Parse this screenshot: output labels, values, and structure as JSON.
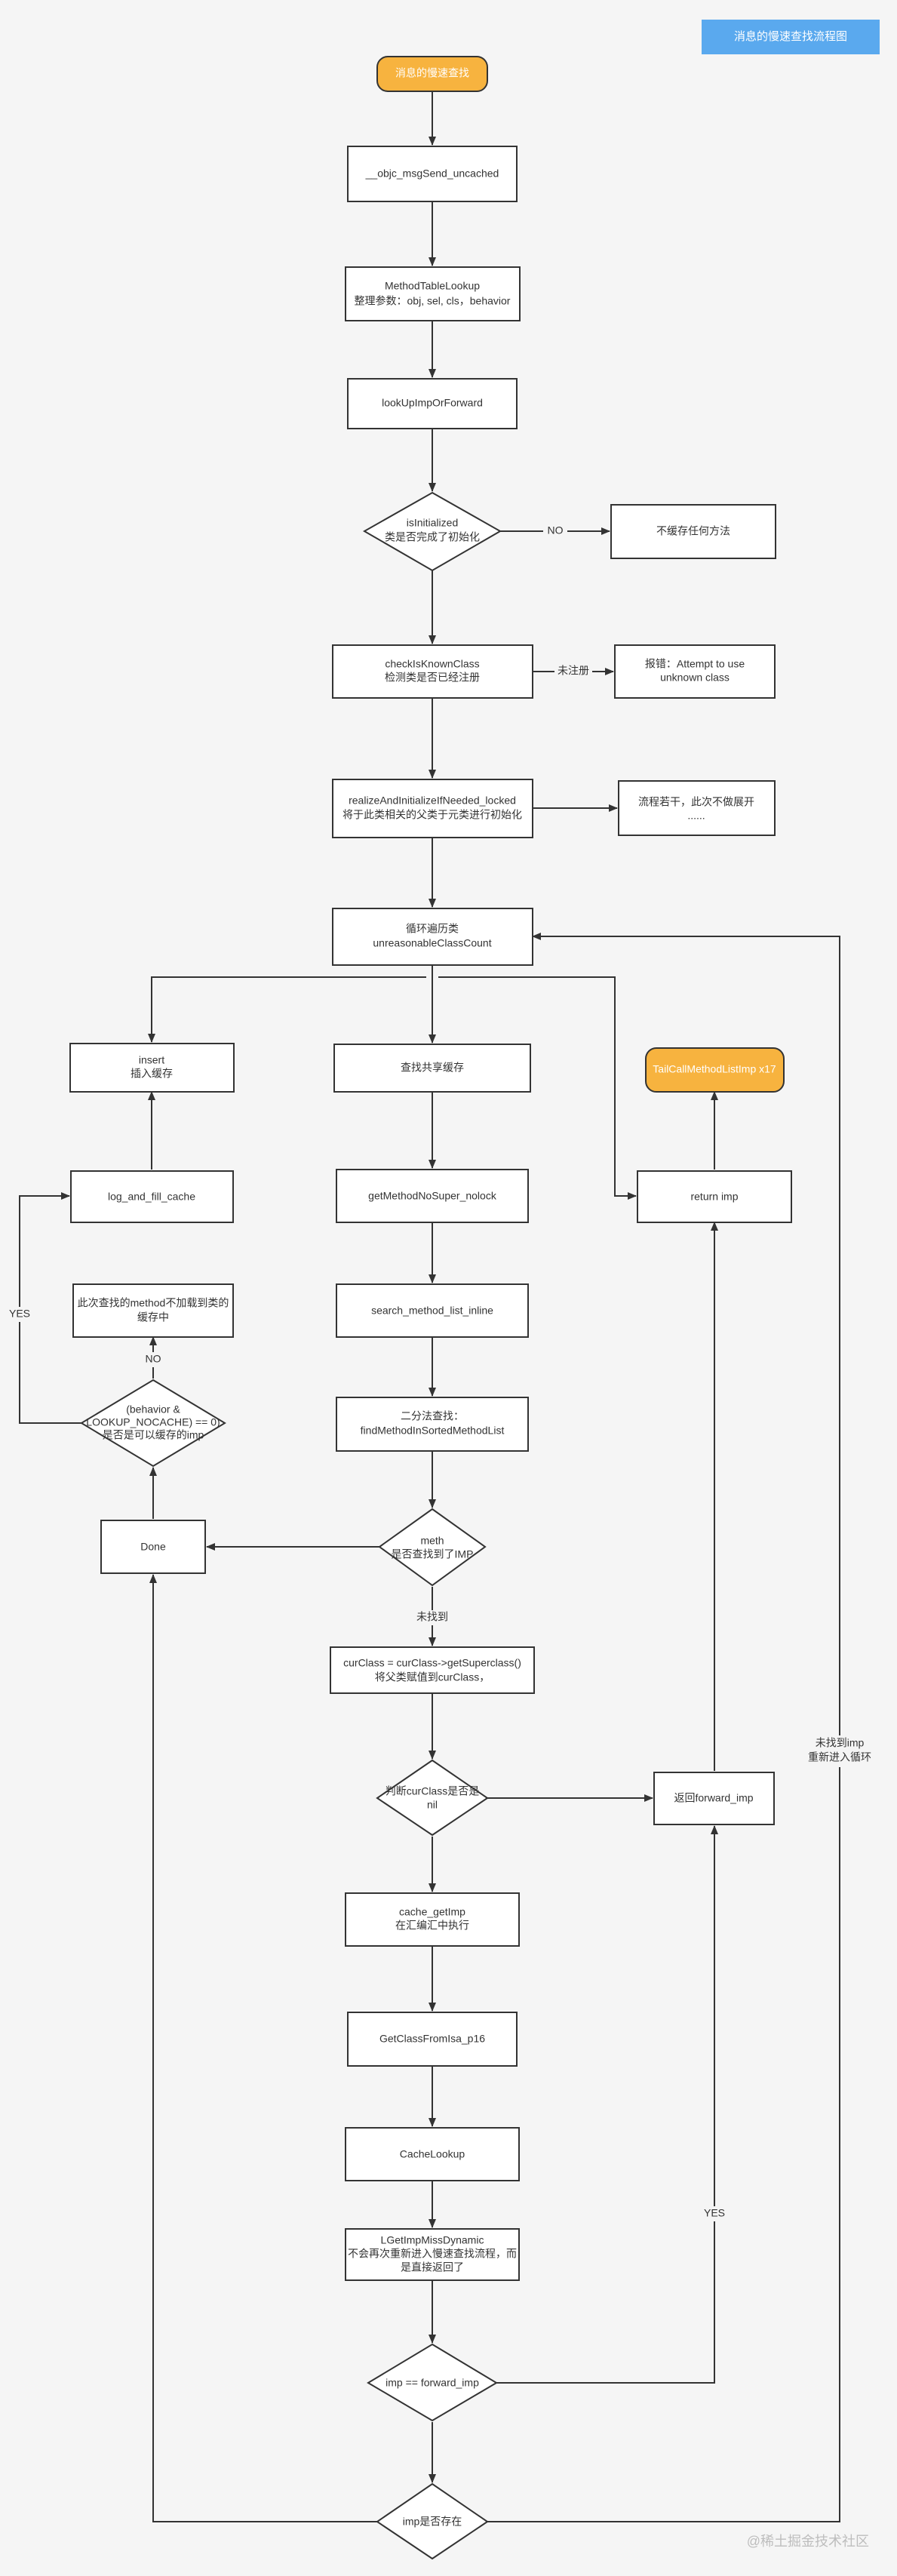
{
  "title": "消息的慢速查找流程图",
  "watermark": "@稀土掘金技术社区",
  "nodes": {
    "start": [
      "消息的慢速查找"
    ],
    "uncached": [
      "__objc_msgSend_uncached"
    ],
    "methodTable": [
      "MethodTableLookup",
      "整理参数：obj, sel, cls，behavior"
    ],
    "lookUp": [
      "lookUpImpOrForward"
    ],
    "isInit": [
      "isInitialized",
      "类是否完成了初始化"
    ],
    "noCache": [
      "不缓存任何方法"
    ],
    "checkKnown": [
      "checkIsKnownClass",
      "检测类是否已经注册"
    ],
    "error": [
      "报错：Attempt to use",
      "unknown class"
    ],
    "realize": [
      "realizeAndInitializeIfNeeded_locked",
      "将于此类相关的父类于元类进行初始化"
    ],
    "flowNote": [
      "流程若干，此次不做展开",
      "......"
    ],
    "loop": [
      "循环遍历类",
      "unreasonableClassCount"
    ],
    "insert": [
      "insert",
      "插入缓存"
    ],
    "sharedCache": [
      "查找共享缓存"
    ],
    "tailCall": [
      "TailCallMethodListImp x17"
    ],
    "logFill": [
      "log_and_fill_cache"
    ],
    "getMethod": [
      "getMethodNoSuper_nolock"
    ],
    "returnImp": [
      "return imp"
    ],
    "noCacheNote": [
      "此次查找的method不加载到类的",
      "缓存中"
    ],
    "searchList": [
      "search_method_list_inline"
    ],
    "behavior": [
      "(behavior &",
      "LOOKUP_NOCACHE) == 0)",
      "是否是可以缓存的imp"
    ],
    "binary": [
      "二分法查找：",
      "findMethodInSortedMethodList"
    ],
    "done": [
      "Done"
    ],
    "meth": [
      "meth",
      "是否查找到了IMP"
    ],
    "curClass": [
      "curClass = curClass->getSuperclass()",
      "将父类赋值到curClass，"
    ],
    "isNil": [
      "判断curClass是否是",
      "nil"
    ],
    "returnForward": [
      "返回forward_imp"
    ],
    "cacheGet": [
      "cache_getImp",
      "在汇编汇中执行"
    ],
    "getClass": [
      "GetClassFromIsa_p16"
    ],
    "cacheLookup": [
      "CacheLookup"
    ],
    "miss": [
      "LGetImpMissDynamic",
      "不会再次重新进入慢速查找流程，而",
      "是直接返回了"
    ],
    "fwdEq": [
      "imp == forward_imp"
    ],
    "impExists": [
      "imp是否存在"
    ]
  },
  "edge_labels": {
    "no1": "NO",
    "unregistered": "未注册",
    "yes_left": "YES",
    "no2": "NO",
    "notFound": "未找到",
    "yes_right": "YES",
    "loopBack": [
      "未找到imp",
      "重新进入循环"
    ]
  },
  "colors": {
    "terminal": "#f7b33f",
    "title_bg": "#5aa9ee",
    "line": "#333333",
    "background": "#f5f5f5"
  }
}
